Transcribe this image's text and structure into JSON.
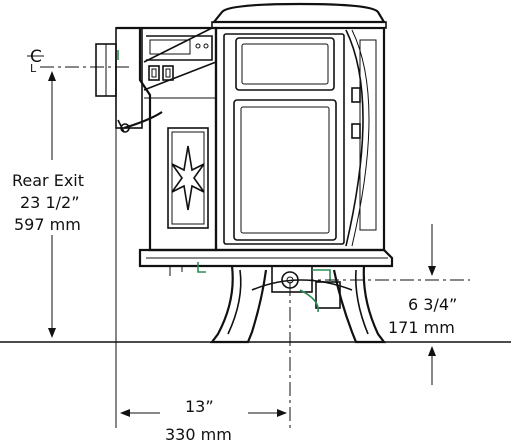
{
  "labels": {
    "centerline": "C",
    "centerline_sub": "L",
    "rear_exit_title": "Rear Exit",
    "rear_exit_in": "23 1/2”",
    "rear_exit_mm": "597 mm",
    "offset_in": "6 3/4”",
    "offset_mm": "171 mm",
    "depth_in": "13”",
    "depth_mm": "330 mm"
  },
  "colors": {
    "line": "#111111",
    "accent_green": "#2e8b57",
    "background": "#ffffff"
  }
}
